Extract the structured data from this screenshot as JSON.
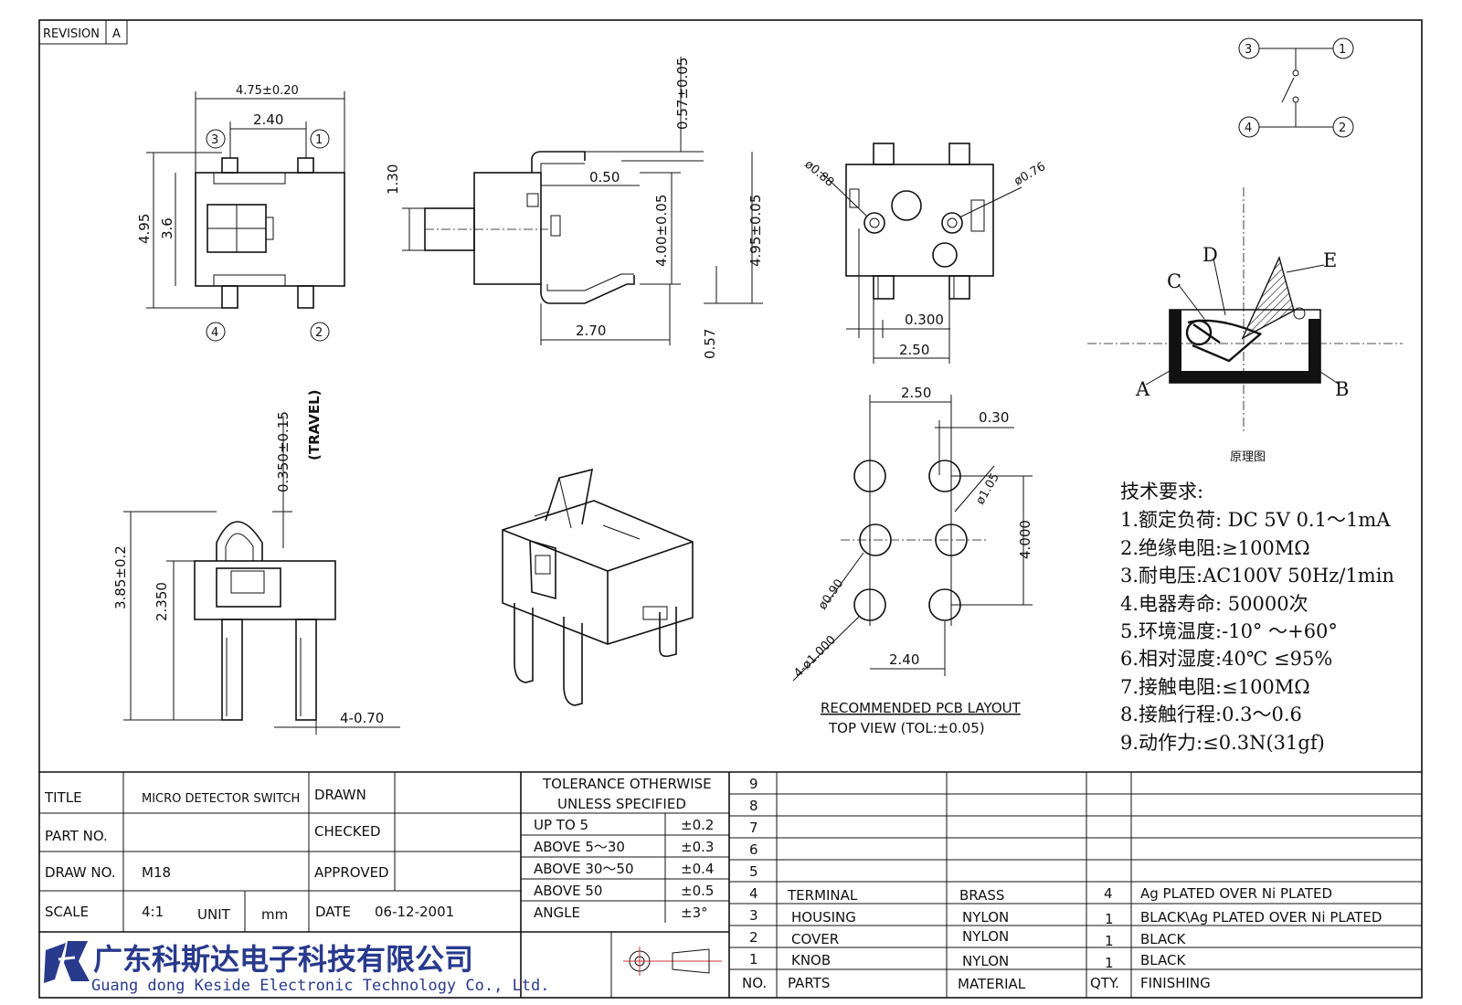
{
  "revision": {
    "label": "REVISION",
    "value": "A"
  },
  "schematic": {
    "pins": [
      "3",
      "1",
      "4",
      "2"
    ]
  },
  "top_view": {
    "dims": [
      "4.75±0.20",
      "2.40",
      "4.95",
      "3.6"
    ],
    "pins": [
      "3",
      "1",
      "4",
      "2"
    ]
  },
  "side_view": {
    "dims": [
      "0.57±0.05",
      "1.30",
      "0.50",
      "4.00±0.05",
      "4.95±0.05",
      "2.70",
      "0.57"
    ]
  },
  "bottom_view": {
    "dims": [
      "ø0.88",
      "ø0.76",
      "0.300",
      "2.50"
    ]
  },
  "principle": {
    "labels": [
      "A",
      "B",
      "C",
      "D",
      "E"
    ],
    "caption": "原理图"
  },
  "front_view": {
    "dims": [
      "0.350±0.15",
      "(TRAVEL)",
      "3.85±0.2",
      "2.350",
      "4-0.70"
    ]
  },
  "pcb": {
    "dims": [
      "2.50",
      "0.30",
      "ø1.05",
      "4.000",
      "ø0.90",
      "4-ø1.000",
      "2.40"
    ],
    "title": "RECOMMENDED PCB LAYOUT",
    "subtitle": "TOP VIEW (TOL:±0.05)"
  },
  "specs": {
    "heading": "技术要求:",
    "items": [
      "1.额定负荷: DC 5V  0.1～1mA",
      "2.绝缘电阻:≥100MΩ",
      "3.耐电压:AC100V 50Hz/1min",
      "4.电器寿命: 50000次",
      "5.环境温度:-10° ～+60°",
      "6.相对湿度:40℃  ≤95%",
      "7.接触电阻:≤100MΩ",
      "8.接触行程:0.3～0.6",
      "9.动作力:≤0.3N(31gf)"
    ]
  },
  "title_block": {
    "title_label": "TITLE",
    "title_value": "MICRO DETECTOR SWITCH",
    "part_label": "PART NO.",
    "part_value": "",
    "draw_label": "DRAW NO.",
    "draw_value": "M18",
    "scale_label": "SCALE",
    "scale_value": "4:1",
    "unit_label": "UNIT",
    "unit_value": "mm",
    "drawn_label": "DRAWN",
    "checked_label": "CHECKED",
    "approved_label": "APPROVED",
    "date_label": "DATE",
    "date_value": "06-12-2001"
  },
  "tolerance": {
    "heading1": "TOLERANCE OTHERWISE",
    "heading2": "UNLESS SPECIFIED",
    "rows": [
      {
        "range": "UP TO 5",
        "tol": "±0.2"
      },
      {
        "range": "ABOVE 5～30",
        "tol": "±0.3"
      },
      {
        "range": "ABOVE 30～50",
        "tol": "±0.4"
      },
      {
        "range": "ABOVE 50",
        "tol": "±0.5"
      },
      {
        "range": "ANGLE",
        "tol": "±3°"
      }
    ]
  },
  "bom": {
    "header": {
      "no": "NO.",
      "parts": "PARTS",
      "material": "MATERIAL",
      "qty": "QTY.",
      "finishing": "FINISHING"
    },
    "rows": [
      {
        "no": "9",
        "parts": "",
        "material": "",
        "qty": "",
        "finishing": ""
      },
      {
        "no": "8",
        "parts": "",
        "material": "",
        "qty": "",
        "finishing": ""
      },
      {
        "no": "7",
        "parts": "",
        "material": "",
        "qty": "",
        "finishing": ""
      },
      {
        "no": "6",
        "parts": "",
        "material": "",
        "qty": "",
        "finishing": ""
      },
      {
        "no": "5",
        "parts": "",
        "material": "",
        "qty": "",
        "finishing": ""
      },
      {
        "no": "4",
        "parts": "TERMINAL",
        "material": "BRASS",
        "qty": "4",
        "finishing": "Ag PLATED OVER Ni PLATED"
      },
      {
        "no": "3",
        "parts": "HOUSING",
        "material": "NYLON",
        "qty": "1",
        "finishing": "BLACK\\Ag PLATED OVER Ni PLATED"
      },
      {
        "no": "2",
        "parts": "COVER",
        "material": "NYLON",
        "qty": "1",
        "finishing": "BLACK"
      },
      {
        "no": "1",
        "parts": "KNOB",
        "material": "NYLON",
        "qty": "1",
        "finishing": "BLACK"
      }
    ]
  },
  "company": {
    "name_cn": "广东科斯达电子科技有限公司",
    "name_en": "Guang dong Keside  Electronic Technology Co., Ltd."
  }
}
